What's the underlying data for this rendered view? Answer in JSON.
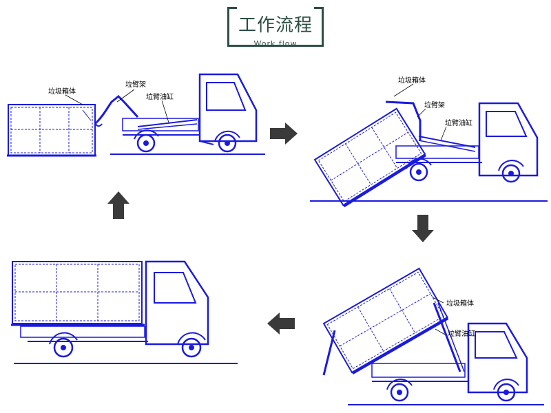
{
  "header": {
    "title_cn": "工作流程",
    "title_en": "Work flow"
  },
  "labels": {
    "box": "垃圾箱体",
    "arm_frame": "垃臂架",
    "arm_cylinder": "垃臂油缸"
  },
  "colors": {
    "line": "#1a1ae0",
    "arrow": "#3a3a3a",
    "title": "#2e4f43"
  },
  "icons": [
    "arrow-right-icon",
    "arrow-down-icon",
    "arrow-left-icon",
    "arrow-up-icon"
  ]
}
